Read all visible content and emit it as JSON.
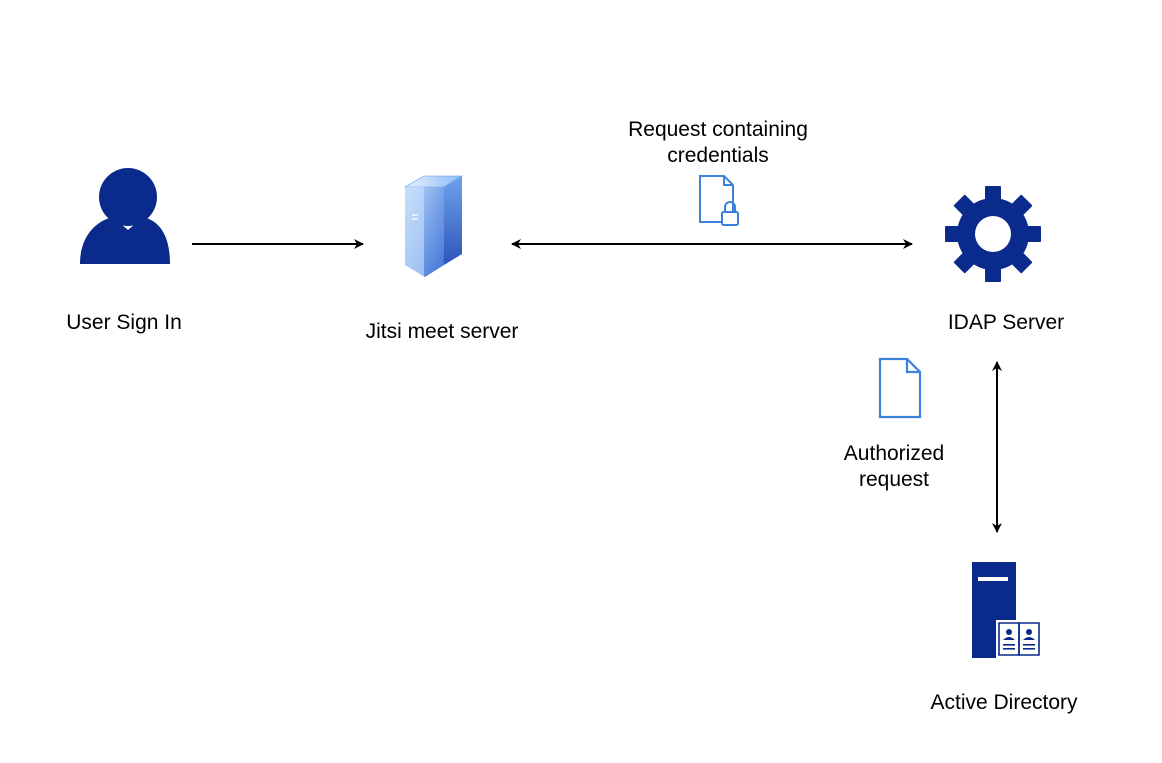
{
  "nodes": {
    "user": {
      "label": "User Sign In",
      "icon": "user-icon"
    },
    "jitsi": {
      "label": "Jitsi meet server",
      "icon": "server-tower-icon"
    },
    "idap": {
      "label": "IDAP Server",
      "icon": "gear-icon"
    },
    "ad": {
      "label": "Active Directory",
      "icon": "directory-server-icon"
    }
  },
  "edges": {
    "user_to_jitsi": {
      "from": "user",
      "to": "jitsi",
      "direction": "forward"
    },
    "jitsi_idap": {
      "from": "jitsi",
      "to": "idap",
      "direction": "both",
      "label_line1": "Request containing",
      "label_line2": "credentials",
      "icon": "locked-document-icon"
    },
    "idap_ad": {
      "from": "idap",
      "to": "ad",
      "direction": "both",
      "label_line1": "Authorized",
      "label_line2": "request",
      "icon": "document-icon"
    }
  },
  "colors": {
    "navy": "#0A2A8C",
    "doc_blue": "#3C82DC",
    "server_light": "#9EC8F8",
    "server_dark": "#3D6FD1",
    "line": "#000000"
  }
}
